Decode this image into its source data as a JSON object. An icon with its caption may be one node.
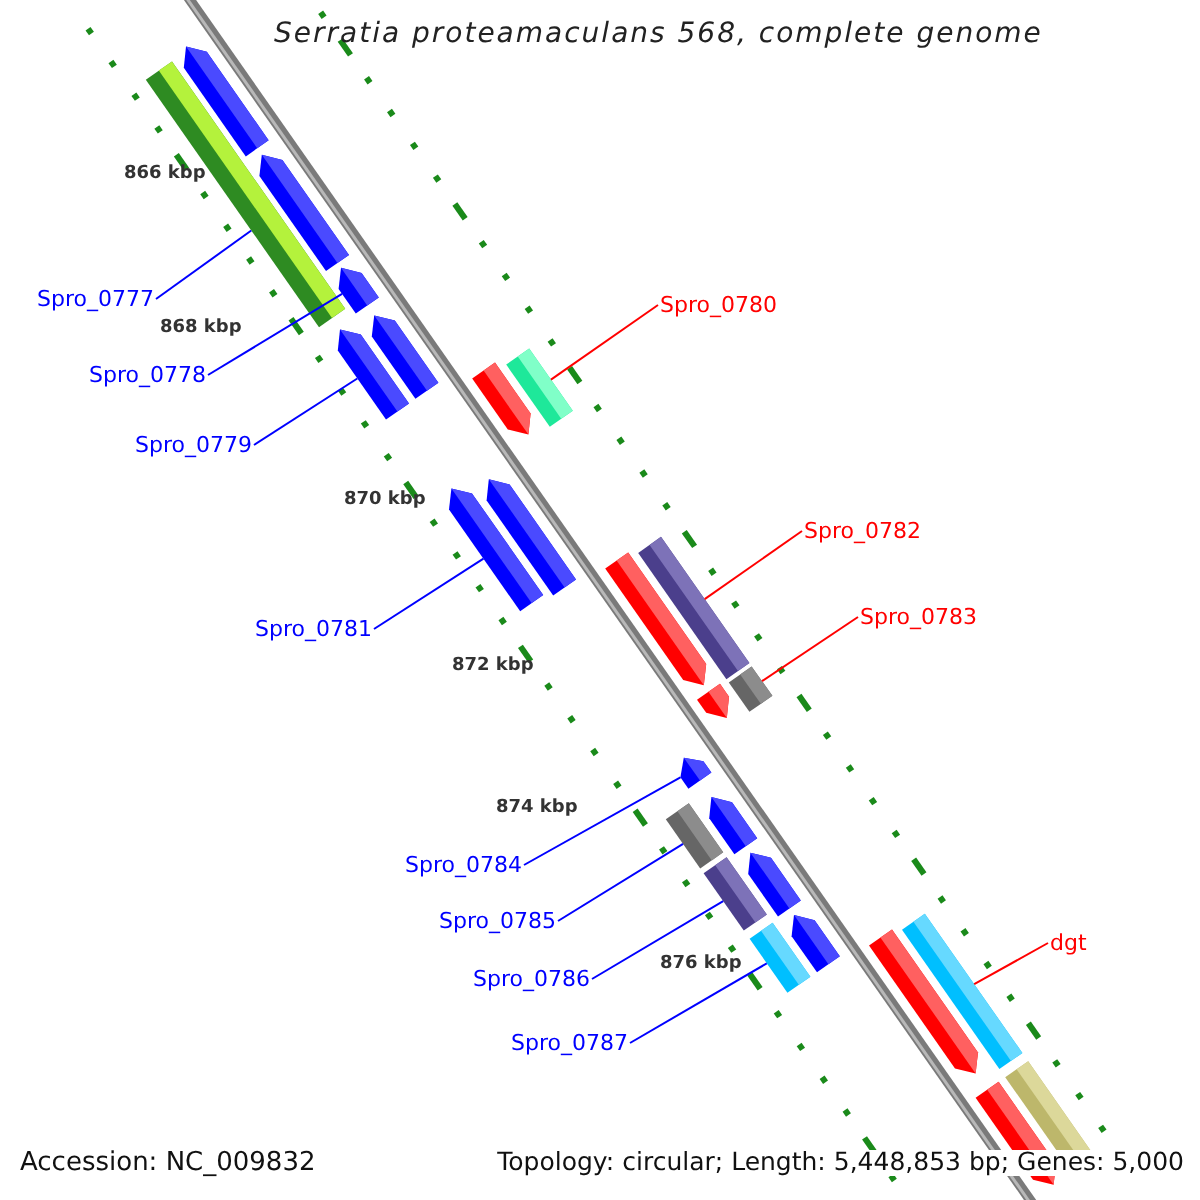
{
  "diagram": {
    "title": "Serratia proteamaculans 568, complete genome",
    "nodes": [
      {
        "text": [
          "Spro_0777"
        ]
      },
      {
        "text": [],
        "shape": "bar"
      },
      {
        "text": [
          "Spro_0778"
        ]
      },
      {
        "text": [],
        "shape": "arrow"
      },
      {
        "text": [
          "Spro_0779"
        ]
      },
      {
        "text": [],
        "shape": "arrow"
      },
      {
        "text": [
          "Spro_0780"
        ]
      },
      {
        "text": [],
        "shape": "bar"
      },
      {
        "text": [
          "Spro_0781"
        ]
      },
      {
        "text": [],
        "shape": "arrow"
      },
      {
        "text": [
          "Spro_0782"
        ]
      },
      {
        "text": [],
        "shape": "bar"
      },
      {
        "text": [
          "Spro_0783"
        ]
      },
      {
        "text": [],
        "shape": "bar"
      },
      {
        "text": [
          "Spro_0784"
        ]
      },
      {
        "text": [],
        "shape": "arrow"
      },
      {
        "text": [
          "Spro_0785"
        ]
      },
      {
        "text": [],
        "shape": "bar"
      },
      {
        "text": [
          "Spro_0786"
        ]
      },
      {
        "text": [],
        "shape": "bar"
      },
      {
        "text": [
          "Spro_0787"
        ]
      },
      {
        "text": [],
        "shape": "bar"
      },
      {
        "text": [
          "dgt"
        ]
      },
      {
        "text": [],
        "shape": "bar"
      }
    ],
    "edges": [
      {
        "from": 0,
        "to": 1,
        "arrow": "none"
      },
      {
        "from": 2,
        "to": 3,
        "arrow": "none"
      },
      {
        "from": 4,
        "to": 5,
        "arrow": "none"
      },
      {
        "from": 6,
        "to": 7,
        "arrow": "none",
        "color": "#ff0000"
      },
      {
        "from": 8,
        "to": 9,
        "arrow": "none"
      },
      {
        "from": 10,
        "to": 11,
        "arrow": "none",
        "color": "#ff0000"
      },
      {
        "from": 12,
        "to": 13,
        "arrow": "none",
        "color": "#ff0000"
      },
      {
        "from": 14,
        "to": 15,
        "arrow": "none"
      },
      {
        "from": 16,
        "to": 17,
        "arrow": "none"
      },
      {
        "from": 18,
        "to": 19,
        "arrow": "none"
      },
      {
        "from": 20,
        "to": 21,
        "arrow": "none"
      },
      {
        "from": 22,
        "to": 23,
        "arrow": "none",
        "color": "#ff0000"
      }
    ],
    "labels": [
      "866 kbp",
      "868 kbp",
      "870 kbp",
      "872 kbp",
      "874 kbp",
      "876 kbp",
      "Accession: NC_009832",
      "Topology: circular; Length: 5,448,853 bp; Genes: 5,000"
    ]
  }
}
